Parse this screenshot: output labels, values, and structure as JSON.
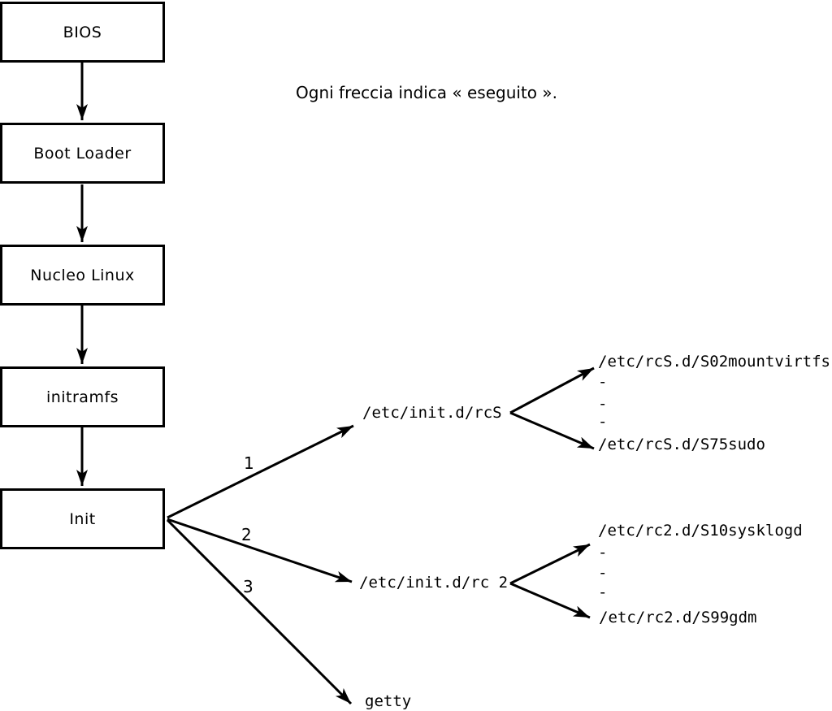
{
  "caption": "Ogni freccia indica « eseguito ».",
  "colors": {
    "line": "#000000",
    "box_border": "#000000",
    "box_fill": "#ffffff",
    "background": "#ffffff",
    "text": "#000000"
  },
  "flow_boxes": [
    {
      "label": "BIOS"
    },
    {
      "label": "Boot Loader"
    },
    {
      "label": "Nucleo Linux"
    },
    {
      "label": "initramfs"
    },
    {
      "label": "Init"
    }
  ],
  "init_branches": [
    {
      "number": "1",
      "target": "/etc/init.d/rcS"
    },
    {
      "number": "2",
      "target": "/etc/init.d/rc 2"
    },
    {
      "number": "3",
      "target": "getty"
    }
  ],
  "rcs_scripts": {
    "first": "/etc/rcS.d/S02mountvirtfs",
    "ellipsis": [
      "-",
      "-",
      "-"
    ],
    "last": "/etc/rcS.d/S75sudo"
  },
  "rc2_scripts": {
    "first": "/etc/rc2.d/S10sysklogd",
    "ellipsis": [
      "-",
      "-",
      "-"
    ],
    "last": "/etc/rc2.d/S99gdm"
  }
}
